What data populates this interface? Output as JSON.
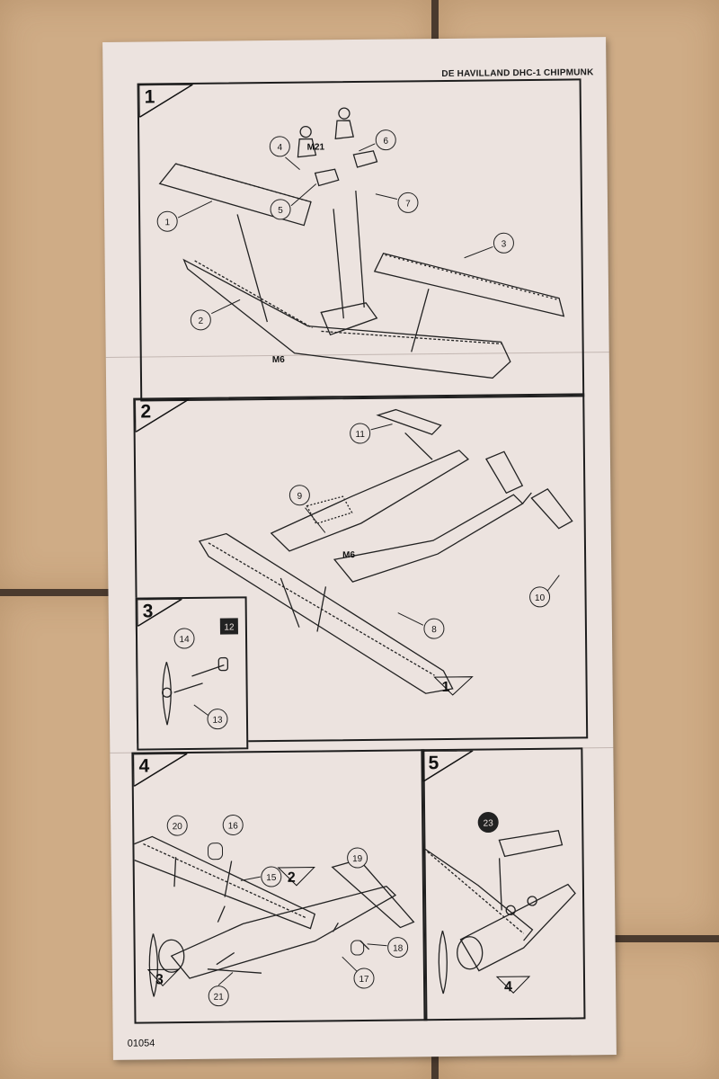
{
  "title": "DE HAVILLAND DHC-1 CHIPMUNK",
  "catalog_code": "01054",
  "steps": [
    {
      "number": "1",
      "parts": [
        "1",
        "2",
        "3",
        "4",
        "5",
        "6",
        "7",
        "M21",
        "M6"
      ]
    },
    {
      "number": "2",
      "parts": [
        "8",
        "9",
        "10",
        "11",
        "M6"
      ],
      "ref": "1"
    },
    {
      "number": "3",
      "parts": [
        "12",
        "13",
        "14"
      ]
    },
    {
      "number": "4",
      "parts": [
        "15",
        "16",
        "17",
        "18",
        "19",
        "20",
        "21"
      ],
      "refs": [
        "2",
        "3"
      ]
    },
    {
      "number": "5",
      "parts": [
        "23"
      ],
      "ref": "4"
    }
  ],
  "labels": {
    "p1": "1",
    "p2": "2",
    "p3": "3",
    "p4": "4",
    "p5": "5",
    "p6": "6",
    "p7": "7",
    "p8": "8",
    "p9": "9",
    "p10": "10",
    "p11": "11",
    "p12": "12",
    "p13": "13",
    "p14": "14",
    "p15": "15",
    "p16": "16",
    "p17": "17",
    "p18": "18",
    "p19": "19",
    "p20": "20",
    "p21": "21",
    "p23": "23",
    "m21": "M21",
    "m6a": "M6",
    "m6b": "M6",
    "ref1": "1",
    "ref2": "2",
    "ref3": "3",
    "ref4": "4"
  }
}
